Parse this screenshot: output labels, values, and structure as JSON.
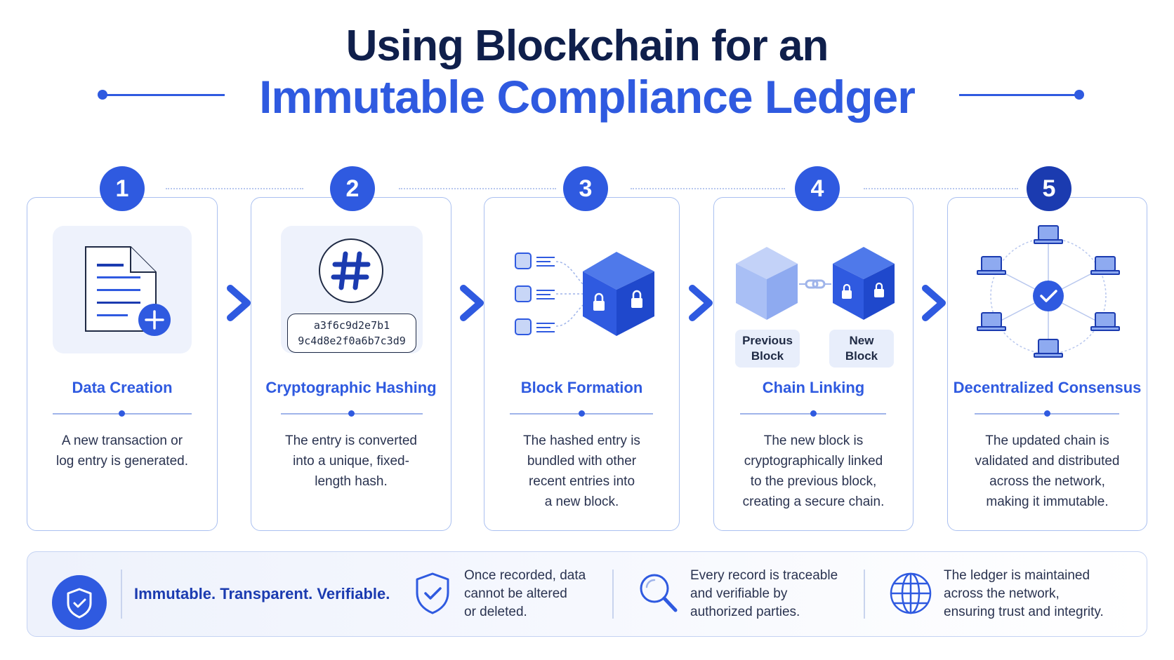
{
  "title": {
    "line1": "Using Blockchain for an",
    "line2": "Immutable Compliance Ledger"
  },
  "steps": [
    {
      "number": "1",
      "title": "Data Creation",
      "desc": [
        "A new transaction or",
        "log entry is generated."
      ]
    },
    {
      "number": "2",
      "title": "Cryptographic Hashing",
      "desc": [
        "The entry is converted",
        "into a unique, fixed-",
        "length hash."
      ]
    },
    {
      "number": "3",
      "title": "Block Formation",
      "desc": [
        "The hashed entry is",
        "bundled with other",
        "recent entries into",
        "a new block."
      ]
    },
    {
      "number": "4",
      "title": "Chain Linking",
      "desc": [
        "The new block is",
        "cryptographically linked",
        "to the previous block,",
        "creating a secure chain."
      ]
    },
    {
      "number": "5",
      "title": "Decentralized Consensus",
      "desc": [
        "The updated chain is",
        "validated and distributed",
        "across the network,",
        "making it immutable."
      ]
    }
  ],
  "hash": {
    "line1": "a3f6c9d2e7b1",
    "line2": "9c4d8e2f0a6b7c3d9"
  },
  "blocks": {
    "previous": [
      "Previous",
      "Block"
    ],
    "new": [
      "New",
      "Block"
    ]
  },
  "footer": {
    "tagline": "Immutable. Transparent. Verifiable.",
    "items": [
      {
        "icon": "shield-check-icon",
        "text": [
          "Once recorded, data",
          "cannot be altered",
          "or deleted."
        ]
      },
      {
        "icon": "magnifier-icon",
        "text": [
          "Every record is traceable",
          "and verifiable by",
          "authorized parties."
        ]
      },
      {
        "icon": "globe-icon",
        "text": [
          "The ledger is maintained",
          "across the network,",
          "ensuring trust and integrity."
        ]
      }
    ]
  },
  "colors": {
    "accent": "#2f5ae0",
    "navy": "#0f1f4b",
    "badge_dark": "#1b3bb0",
    "card_border": "#aac0f0"
  }
}
